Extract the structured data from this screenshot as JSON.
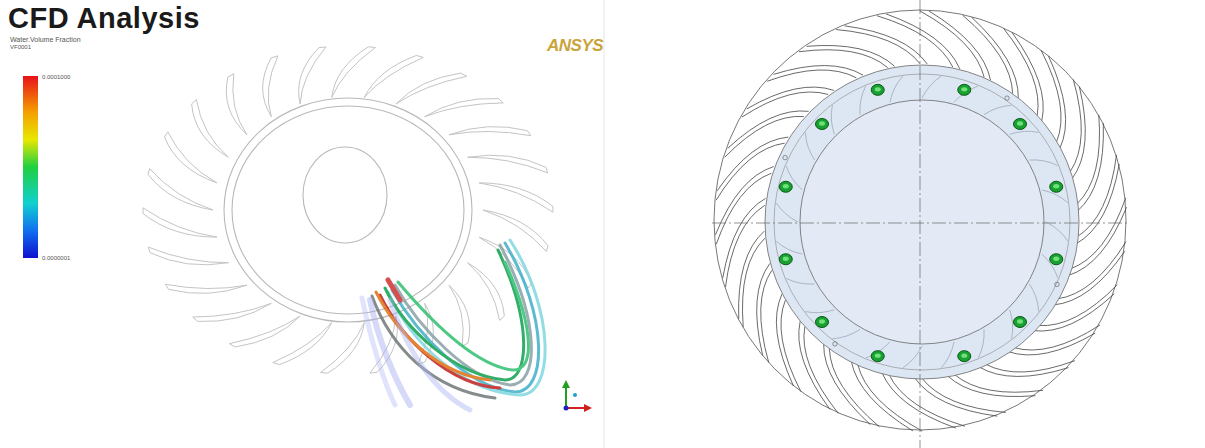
{
  "diagram": {
    "title": "CFD Analysis",
    "labels": [
      "Water.Volume Fraction",
      "VF0001",
      "ANSYS",
      "0.0001000",
      "0.0000001"
    ]
  }
}
